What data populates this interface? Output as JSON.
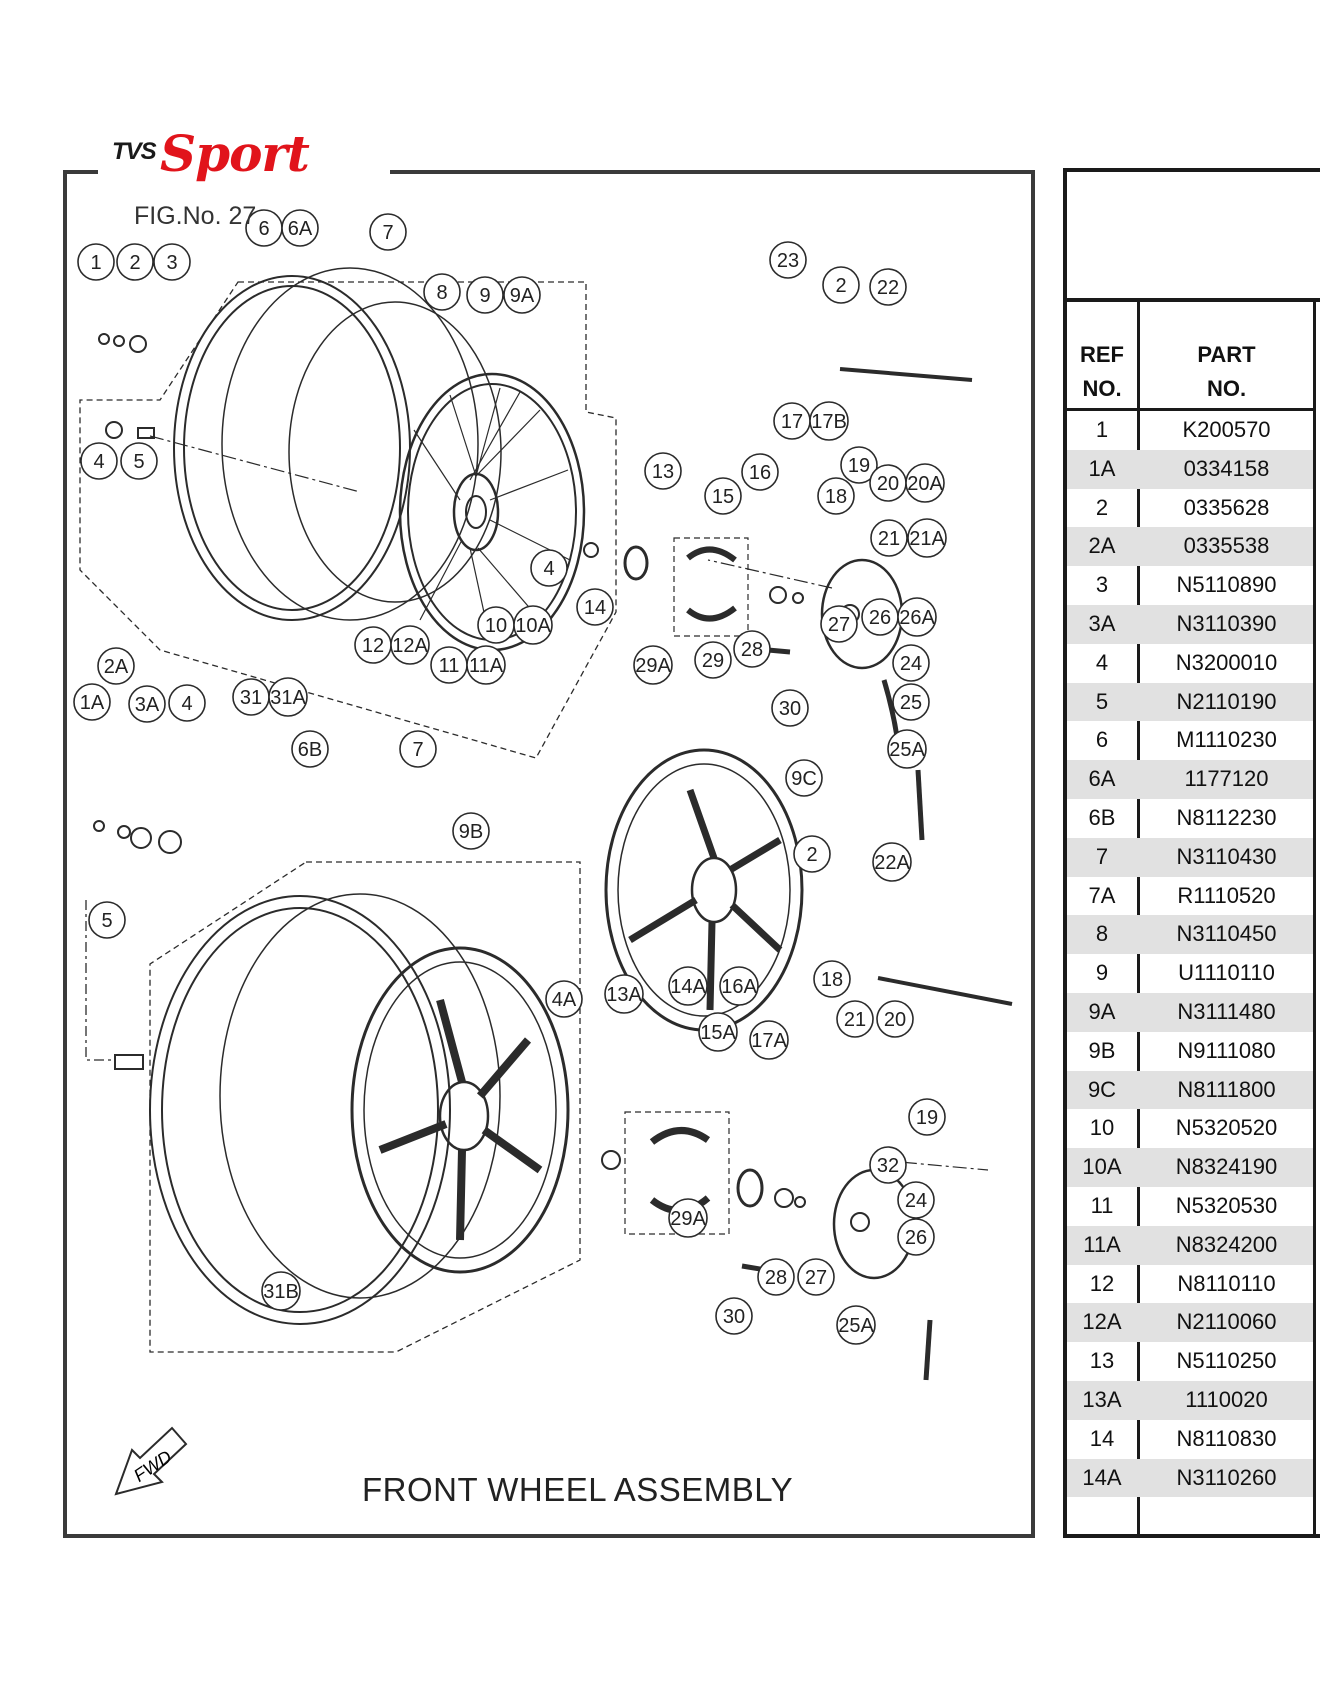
{
  "brand": {
    "prefix": "TVS",
    "name": "Sport"
  },
  "figure": {
    "label": "FIG.No. 27",
    "title": "FRONT WHEEL ASSEMBLY",
    "fwd_label": "FWD",
    "callouts": [
      {
        "id": "c-1",
        "text": "1"
      },
      {
        "id": "c-2",
        "text": "2"
      },
      {
        "id": "c-3",
        "text": "3"
      },
      {
        "id": "c-6",
        "text": "6"
      },
      {
        "id": "c-6A",
        "text": "6A"
      },
      {
        "id": "c-7",
        "text": "7"
      },
      {
        "id": "c-8",
        "text": "8"
      },
      {
        "id": "c-9",
        "text": "9"
      },
      {
        "id": "c-9A",
        "text": "9A"
      },
      {
        "id": "c-4a",
        "text": "4"
      },
      {
        "id": "c-5a",
        "text": "5"
      },
      {
        "id": "c-4b",
        "text": "4"
      },
      {
        "id": "c-14",
        "text": "14"
      },
      {
        "id": "c-13",
        "text": "13"
      },
      {
        "id": "c-15",
        "text": "15"
      },
      {
        "id": "c-16",
        "text": "16"
      },
      {
        "id": "c-17",
        "text": "17"
      },
      {
        "id": "c-17B",
        "text": "17B"
      },
      {
        "id": "c-18a",
        "text": "18"
      },
      {
        "id": "c-19a",
        "text": "19"
      },
      {
        "id": "c-20a",
        "text": "20"
      },
      {
        "id": "c-20A",
        "text": "20A"
      },
      {
        "id": "c-21a",
        "text": "21"
      },
      {
        "id": "c-21A",
        "text": "21A"
      },
      {
        "id": "c-23",
        "text": "23"
      },
      {
        "id": "c-2b",
        "text": "2"
      },
      {
        "id": "c-22",
        "text": "22"
      },
      {
        "id": "c-12",
        "text": "12"
      },
      {
        "id": "c-12A",
        "text": "12A"
      },
      {
        "id": "c-11",
        "text": "11"
      },
      {
        "id": "c-11A",
        "text": "11A"
      },
      {
        "id": "c-10",
        "text": "10"
      },
      {
        "id": "c-10A",
        "text": "10A"
      },
      {
        "id": "c-29A-a",
        "text": "29A"
      },
      {
        "id": "c-29a",
        "text": "29"
      },
      {
        "id": "c-28a",
        "text": "28"
      },
      {
        "id": "c-27a",
        "text": "27"
      },
      {
        "id": "c-26a",
        "text": "26"
      },
      {
        "id": "c-26A",
        "text": "26A"
      },
      {
        "id": "c-24a",
        "text": "24"
      },
      {
        "id": "c-25",
        "text": "25"
      },
      {
        "id": "c-25A-a",
        "text": "25A"
      },
      {
        "id": "c-30a",
        "text": "30"
      },
      {
        "id": "c-2A",
        "text": "2A"
      },
      {
        "id": "c-1A",
        "text": "1A"
      },
      {
        "id": "c-3A",
        "text": "3A"
      },
      {
        "id": "c-4c",
        "text": "4"
      },
      {
        "id": "c-31",
        "text": "31"
      },
      {
        "id": "c-31A",
        "text": "31A"
      },
      {
        "id": "c-6B",
        "text": "6B"
      },
      {
        "id": "c-7b",
        "text": "7"
      },
      {
        "id": "c-9B",
        "text": "9B"
      },
      {
        "id": "c-9C",
        "text": "9C"
      },
      {
        "id": "c-5b",
        "text": "5"
      },
      {
        "id": "c-2c",
        "text": "2"
      },
      {
        "id": "c-22A",
        "text": "22A"
      },
      {
        "id": "c-4A",
        "text": "4A"
      },
      {
        "id": "c-13A",
        "text": "13A"
      },
      {
        "id": "c-14A",
        "text": "14A"
      },
      {
        "id": "c-16A",
        "text": "16A"
      },
      {
        "id": "c-15A",
        "text": "15A"
      },
      {
        "id": "c-17A",
        "text": "17A"
      },
      {
        "id": "c-18b",
        "text": "18"
      },
      {
        "id": "c-21b",
        "text": "21"
      },
      {
        "id": "c-20b",
        "text": "20"
      },
      {
        "id": "c-19b",
        "text": "19"
      },
      {
        "id": "c-32",
        "text": "32"
      },
      {
        "id": "c-24b",
        "text": "24"
      },
      {
        "id": "c-26b",
        "text": "26"
      },
      {
        "id": "c-29A-b",
        "text": "29A"
      },
      {
        "id": "c-28b",
        "text": "28"
      },
      {
        "id": "c-27b",
        "text": "27"
      },
      {
        "id": "c-30b",
        "text": "30"
      },
      {
        "id": "c-25A-b",
        "text": "25A"
      },
      {
        "id": "c-31B",
        "text": "31B"
      }
    ]
  },
  "parts_table": {
    "header_ref": [
      "REF",
      "NO."
    ],
    "header_part": [
      "PART",
      "NO."
    ],
    "rows": [
      {
        "ref": "1",
        "part_no": "K200570"
      },
      {
        "ref": "1A",
        "part_no": "0334158"
      },
      {
        "ref": "2",
        "part_no": "0335628"
      },
      {
        "ref": "2A",
        "part_no": "0335538"
      },
      {
        "ref": "3",
        "part_no": "N5110890"
      },
      {
        "ref": "3A",
        "part_no": "N3110390"
      },
      {
        "ref": "4",
        "part_no": "N3200010"
      },
      {
        "ref": "5",
        "part_no": "N2110190"
      },
      {
        "ref": "6",
        "part_no": "M1110230"
      },
      {
        "ref": "6A",
        "part_no": "1177120"
      },
      {
        "ref": "6B",
        "part_no": "N8112230"
      },
      {
        "ref": "7",
        "part_no": "N3110430"
      },
      {
        "ref": "7A",
        "part_no": "R1110520"
      },
      {
        "ref": "8",
        "part_no": "N3110450"
      },
      {
        "ref": "9",
        "part_no": "U1110110"
      },
      {
        "ref": "9A",
        "part_no": "N3111480"
      },
      {
        "ref": "9B",
        "part_no": "N9111080"
      },
      {
        "ref": "9C",
        "part_no": "N8111800"
      },
      {
        "ref": "10",
        "part_no": "N5320520"
      },
      {
        "ref": "10A",
        "part_no": "N8324190"
      },
      {
        "ref": "11",
        "part_no": "N5320530"
      },
      {
        "ref": "11A",
        "part_no": "N8324200"
      },
      {
        "ref": "12",
        "part_no": "N8110110"
      },
      {
        "ref": "12A",
        "part_no": "N2110060"
      },
      {
        "ref": "13",
        "part_no": "N5110250"
      },
      {
        "ref": "13A",
        "part_no": "1110020"
      },
      {
        "ref": "14",
        "part_no": "N8110830"
      },
      {
        "ref": "14A",
        "part_no": "N3110260"
      },
      {
        "ref": "",
        "part_no": ""
      }
    ]
  },
  "colors": {
    "brand_red": "#e1141b",
    "frame": "#3a3a3a",
    "row_shade": "#e1e1e1"
  }
}
